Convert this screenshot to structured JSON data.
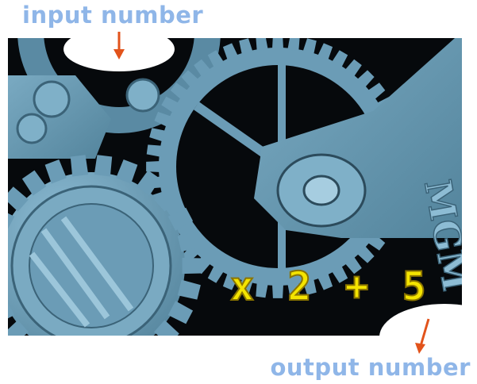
{
  "labels": {
    "input": "input number",
    "output": "output number"
  },
  "formula": {
    "text": "x 2 + 5",
    "fill_color": "#f4e400",
    "outline_color": "#8a7400"
  },
  "colors": {
    "label_text": "#8fb6e8",
    "arrow": "#e2531b",
    "background": "#06090c",
    "gear_fill": "#6b9cb6",
    "gear_highlight": "#a6cde0",
    "gear_shadow": "#365a6c"
  },
  "icons": [
    "gear-icon",
    "down-arrow-icon"
  ]
}
